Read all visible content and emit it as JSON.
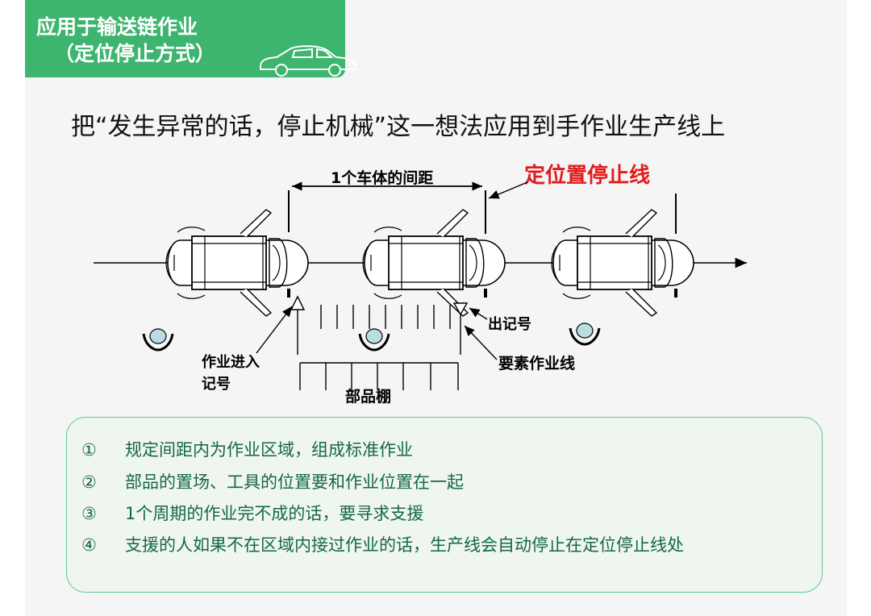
{
  "header": {
    "title_line1": "应用于输送链作业",
    "title_line2": "（定位停止方式）",
    "icon": "car-icon"
  },
  "headline": "把“发生异常的话，停止机械”这一想法应用到手作业生产线上",
  "diagram": {
    "spacing_label": "1个车体的间距",
    "stop_line_label": "定位置停止线",
    "exit_mark_label": "出记号",
    "element_line_label": "要素作业线",
    "entry_mark_label_line1": "作业进入",
    "entry_mark_label_line2": "记号",
    "parts_shelf_label": "部品棚",
    "stop_line_color": "#e21b1b",
    "cars": 3,
    "workers": 3
  },
  "points": [
    {
      "num": "①",
      "text": "规定间距内为作业区域，组成标准作业"
    },
    {
      "num": "②",
      "text": "部品的置场、工具的位置要和作业位置在一起"
    },
    {
      "num": "③",
      "text": "1个周期的作业完不成的话，要寻求支援"
    },
    {
      "num": "④",
      "text": "支援的人如果不在区域内接过作业的话，生产线会自动停止在定位停止线处"
    }
  ],
  "colors": {
    "accent": "#3db56f",
    "panel_border": "#5fc98f",
    "panel_text": "#16664a"
  }
}
